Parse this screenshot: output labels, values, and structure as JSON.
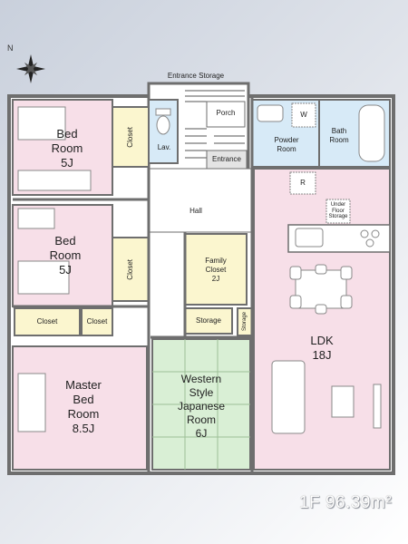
{
  "floor": {
    "label": "1F 96.39m²"
  },
  "compass": {
    "north_label": "N"
  },
  "rooms": {
    "bed1": {
      "name": "Bed\nRoom\n5J"
    },
    "bed2": {
      "name": "Bed\nRoom\n5J"
    },
    "master": {
      "name": "Master\nBed\nRoom\n8.5J"
    },
    "western": {
      "name": "Western\nStyle\nJapanese\nRoom\n6J"
    },
    "ldk": {
      "name": "LDK\n18J"
    },
    "family_closet": {
      "name": "Family\nCloset\n2J"
    },
    "hall": {
      "name": "Hall"
    },
    "powder": {
      "name": "Powder\nRoom"
    },
    "bath": {
      "name": "Bath\nRoom"
    },
    "entrance": {
      "name": "Entrance"
    },
    "entrance_storage": {
      "name": "Entrance Storage"
    },
    "porch": {
      "name": "Porch"
    },
    "lav": {
      "name": "Lav."
    },
    "closet1": {
      "name": "Closet"
    },
    "closet2": {
      "name": "Closet"
    },
    "closet_master_a": {
      "name": "Closet"
    },
    "closet_master_b": {
      "name": "Closet"
    },
    "storage": {
      "name": "Storage"
    },
    "storage_small": {
      "name": "Storage"
    },
    "under_floor": {
      "name": "Under\nFloor\nStorage"
    },
    "washer_mark": {
      "name": "W"
    },
    "fridge_mark": {
      "name": "R"
    }
  },
  "colors": {
    "bedroom": "#f7dfe8",
    "closet": "#fbf6cf",
    "water": "#d7eaf7",
    "tatami": "#d9efd5",
    "entrance": "#e4e4e4",
    "wall": "#6e6e6e"
  }
}
